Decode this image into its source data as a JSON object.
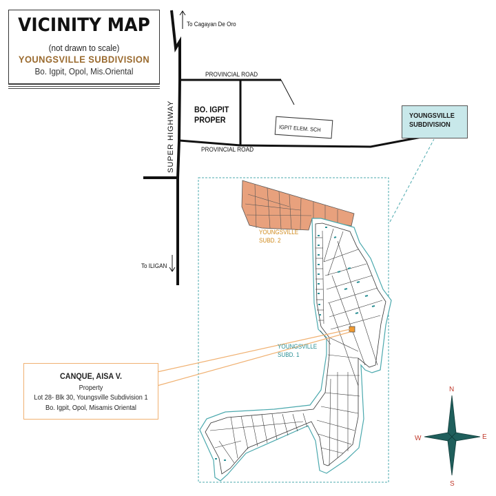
{
  "title": {
    "main": "VICINITY MAP",
    "note": "(not drawn to scale)",
    "subdivision": "YOUNGSVILLE SUBDIVISION",
    "location": "Bo. Igpit, Opol, Mis.Oriental"
  },
  "roads": {
    "to_north": "To Cagayan De Oro",
    "to_south": "To ILIGAN",
    "highway": "SUPER HIGHWAY",
    "provincial_top": "PROVINCIAL ROAD",
    "provincial_bottom": "PROVINCIAL ROAD"
  },
  "places": {
    "barangay": "BO. IGPIT\nPROPER",
    "school": "IGPIT ELEM. SCH",
    "subd2": "YOUNGSVILLE\nSUBD. 2",
    "subd1": "YOUNGSVILLE\nSUBD. 1"
  },
  "locator_box": {
    "label": "YOUNGSVILLE\nSUBDIVISION"
  },
  "callout": {
    "name": "CANQUE, AISA V.",
    "line1": "Property",
    "line2": "Lot 28- Blk 30,  Youngsville Subdivision 1",
    "line3": "Bo. Igpit, Opol, Misamis Oriental"
  },
  "compass": {
    "n": "N",
    "s": "S",
    "e": "E",
    "w": "W"
  },
  "colors": {
    "subd2_fill": "#e8a17d",
    "subd1_outline": "#4aa8ad",
    "subd2_label": "#d08a1c",
    "subd1_label": "#2a8f94",
    "compass_fill": "#1f5f5c",
    "callout_line": "#f0b070",
    "property_fill": "#f09a30",
    "road": "#111111"
  }
}
